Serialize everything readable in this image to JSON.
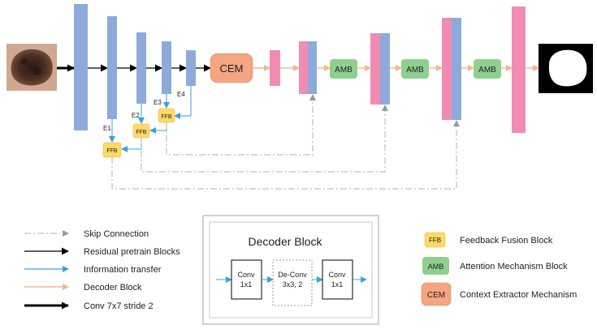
{
  "blocks": {
    "cem": "CEM",
    "amb": "AMB",
    "ffb": "FFB",
    "e1": "E1",
    "e2": "E2",
    "e3": "E3",
    "e4": "E4"
  },
  "legend": {
    "skip": "Skip Connection",
    "residual": "Residual pretrain Blocks",
    "info": "Information transfer",
    "decoder": "Decoder Block",
    "conv7": "Conv 7x7 stride 2",
    "ffb_badge": "FFB",
    "ffb_desc": "Feedback Fusion Block",
    "amb_badge": "AMB",
    "amb_desc": "Attention Mechanism Block",
    "cem_badge": "CEM",
    "cem_desc": "Context Extractor Mechanism"
  },
  "decoder_block": {
    "title": "Decoder Block",
    "conv1_l1": "Conv",
    "conv1_l2": "1x1",
    "deconv_l1": "De-Conv",
    "deconv_l2": "3x3, 2",
    "conv2_l1": "Conv",
    "conv2_l2": "1x1"
  },
  "colors": {
    "encoder_blue": "#8eaadb",
    "decoder_pink": "#f08cb4",
    "cem_orange": "#f4a582",
    "amb_green": "#8ed08e",
    "ffb_yellow": "#ffd966",
    "info_arrow": "#3aa0dc",
    "decoder_arrow": "#f7b58c",
    "skip_line": "#b0b0b0"
  }
}
